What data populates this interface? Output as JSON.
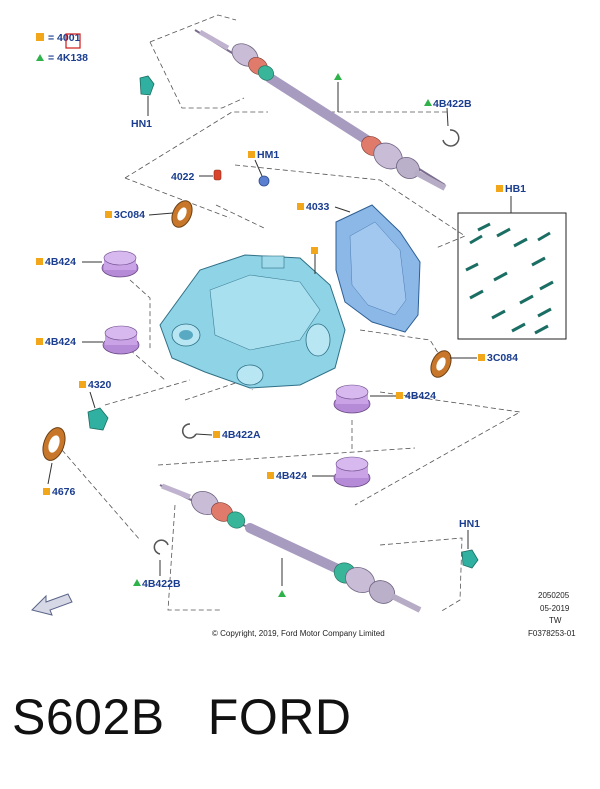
{
  "legend": {
    "square_label": "= 4001",
    "triangle_label": "= 4K138"
  },
  "callouts": {
    "hn1_top": "HN1",
    "b422b_top": "4B422B",
    "hm1": "HM1",
    "n4022": "4022",
    "n3c084_left": "3C084",
    "n4033": "4033",
    "hb1": "HB1",
    "b424_1": "4B424",
    "b424_2": "4B424",
    "n3c084_right": "3C084",
    "n4320": "4320",
    "b424_3": "4B424",
    "b422a": "4B422A",
    "b424_4": "4B424",
    "n4676": "4676",
    "hn1_bottom": "HN1",
    "b422b_bottom": "4B422B"
  },
  "footer": {
    "code1": "2050205",
    "date": "05-2019",
    "initials": "TW",
    "ref": "F0378253-01",
    "copyright": "© Copyright, 2019, Ford Motor Company Limited"
  },
  "caption": "S602B   FORD",
  "colors": {
    "label_blue": "#1a3d8f",
    "square_orange": "#f2a71b",
    "triangle_green": "#2fb24a",
    "housing_cyan": "#8fd3e6",
    "purple_part": "#b58ad6",
    "bronze_seal": "#c8772a"
  }
}
